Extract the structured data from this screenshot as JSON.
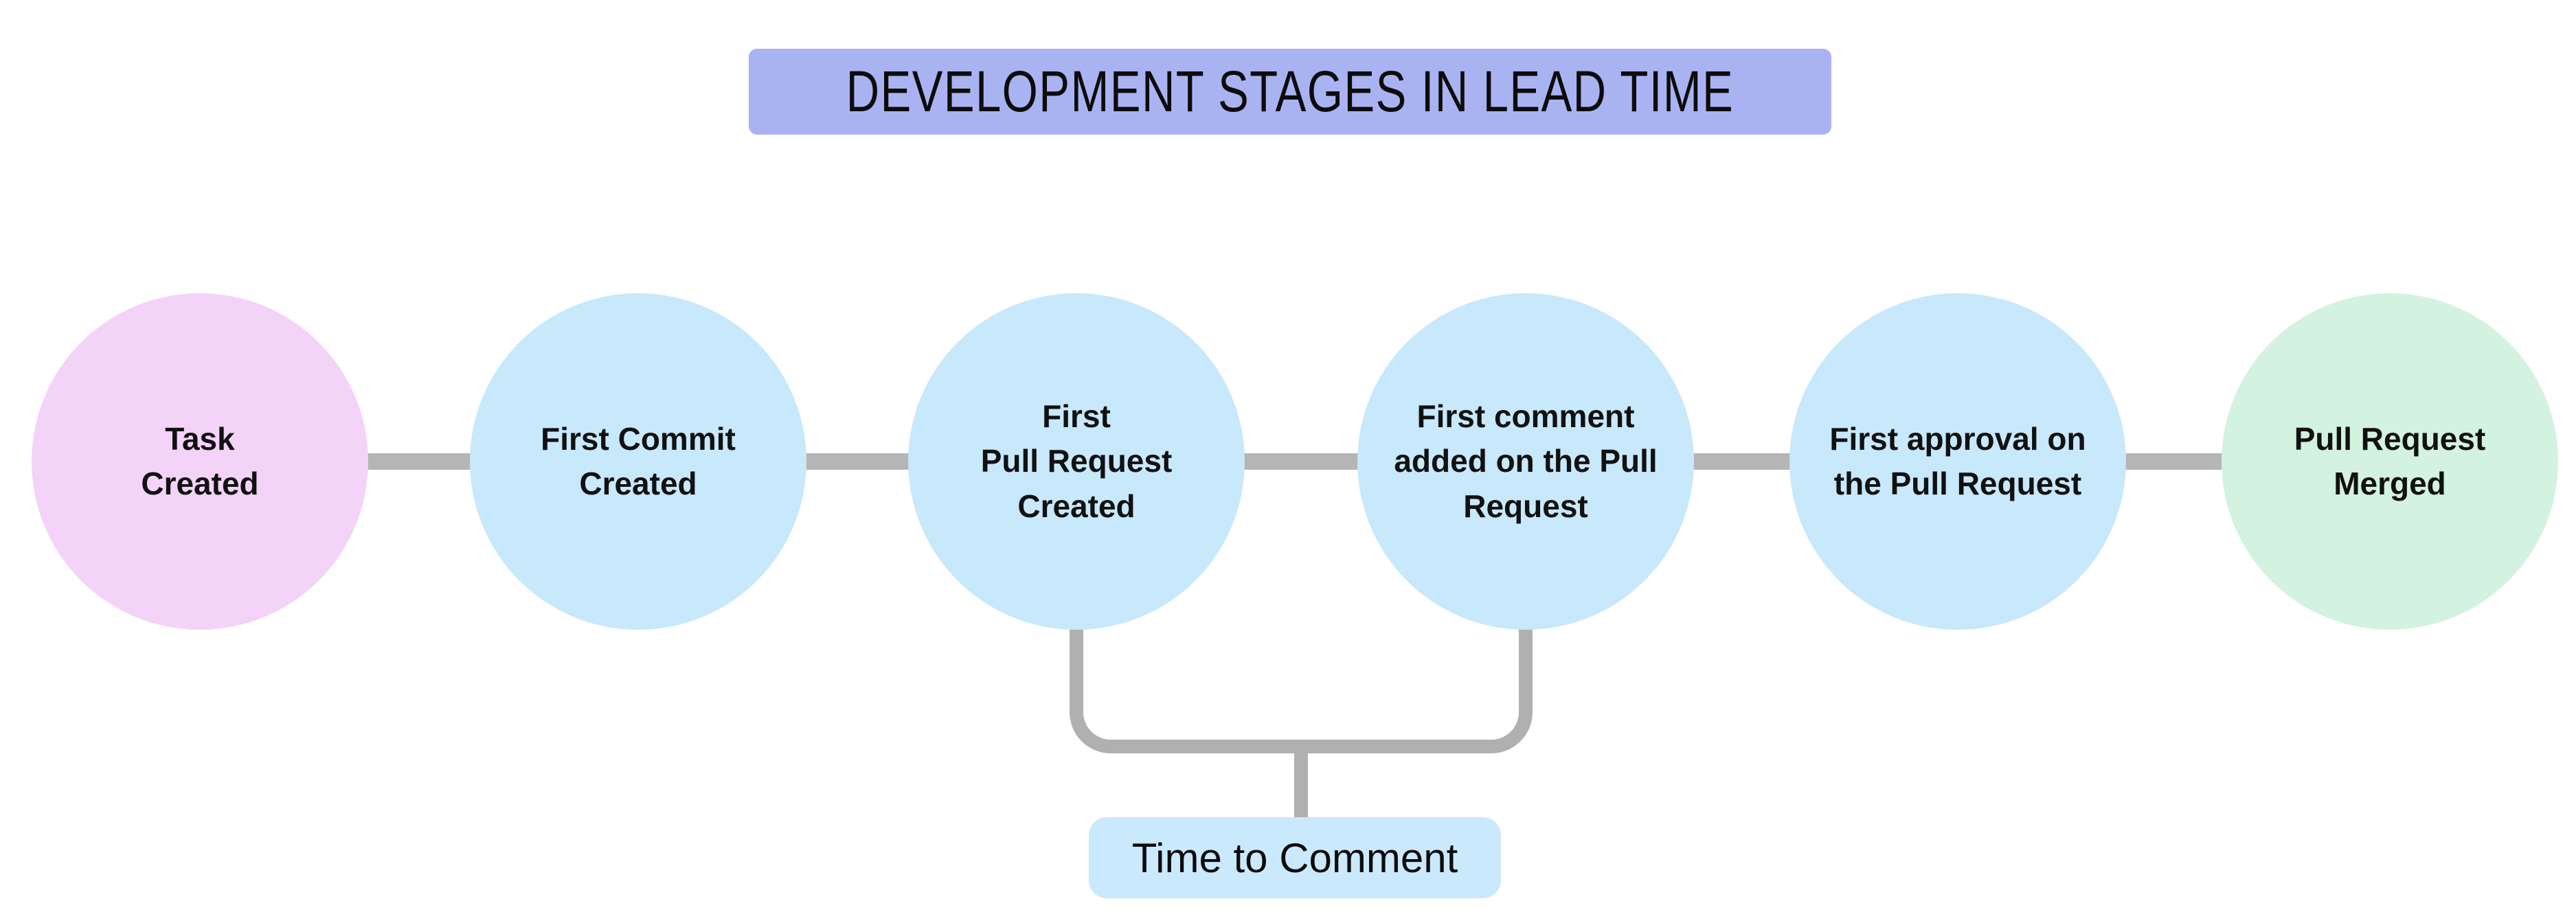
{
  "title": {
    "text": "DEVELOPMENT STAGES IN LEAD TIME",
    "bg_color": "#aab3f2"
  },
  "stages": [
    {
      "label": "Task\nCreated",
      "color": "#f4d3f8"
    },
    {
      "label": "First Commit\nCreated",
      "color": "#c8e8fb"
    },
    {
      "label": "First\nPull Request\nCreated",
      "color": "#c8e8fb"
    },
    {
      "label": "First comment\nadded on the Pull\nRequest",
      "color": "#c8e8fb"
    },
    {
      "label": "First approval on\nthe Pull Request",
      "color": "#c8e8fb"
    },
    {
      "label": "Pull Request\nMerged",
      "color": "#d3f2df"
    }
  ],
  "annotation": {
    "label": "Time to Comment",
    "bg_color": "#cbe9fc",
    "spans_stage_indices": [
      2,
      3
    ]
  },
  "colors": {
    "connector": "#b5b5b5",
    "bracket": "#b0b0b0",
    "text": "#111111",
    "background": "#ffffff"
  }
}
